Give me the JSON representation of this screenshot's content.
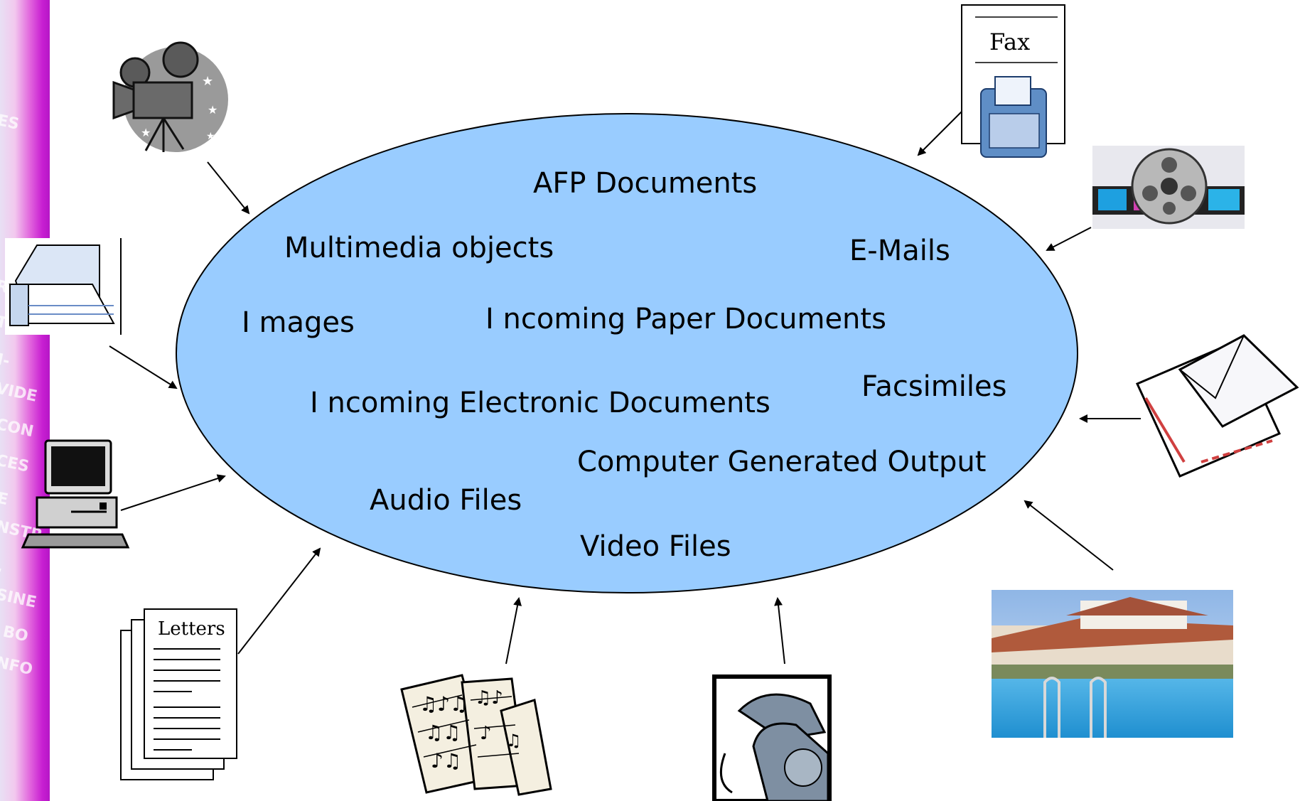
{
  "diagram": {
    "center_labels": {
      "afp": "AFP Documents",
      "multimedia": "Multimedia objects",
      "emails": "E-Mails",
      "images": "I mages",
      "incoming_paper": "I ncoming Paper Documents",
      "facsimiles": "Facsimiles",
      "incoming_electronic": "I ncoming Electronic Documents",
      "computer_output": "Computer Generated Output",
      "audio": "Audio Files",
      "video": "Video Files"
    },
    "icon_labels": {
      "fax": "Fax",
      "letters": "Letters"
    },
    "icons": [
      "movie-camera-icon",
      "fax-machine-icon",
      "film-reel-icon",
      "paper-stack-icon",
      "envelope-icon",
      "computer-icon",
      "letters-icon",
      "sheet-music-icon",
      "telephone-icon",
      "pool-photo"
    ],
    "colors": {
      "ellipse_fill": "#99ccff",
      "side_strip": "#c81fd2"
    }
  }
}
